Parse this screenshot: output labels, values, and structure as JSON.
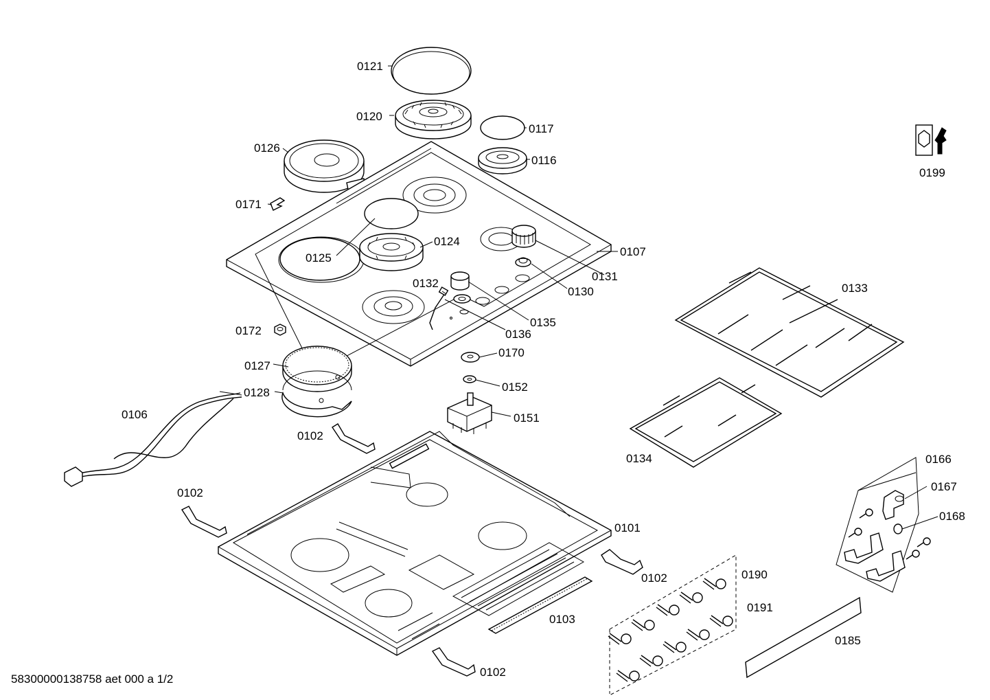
{
  "document_id": "58300000138758 aet 000 a 1/2",
  "tool_icon": "wrench-nut-icon",
  "callouts": {
    "c0101": "0101",
    "c0102a": "0102",
    "c0102b": "0102",
    "c0102c": "0102",
    "c0102d": "0102",
    "c0103": "0103",
    "c0106": "0106",
    "c0107": "0107",
    "c0116": "0116",
    "c0117": "0117",
    "c0120": "0120",
    "c0121": "0121",
    "c0124": "0124",
    "c0125": "0125",
    "c0126": "0126",
    "c0127": "0127",
    "c0128": "0128",
    "c0130": "0130",
    "c0131": "0131",
    "c0132": "0132",
    "c0133": "0133",
    "c0134": "0134",
    "c0135": "0135",
    "c0136": "0136",
    "c0151": "0151",
    "c0152": "0152",
    "c0166": "0166",
    "c0167": "0167",
    "c0168": "0168",
    "c0170": "0170",
    "c0171": "0171",
    "c0172": "0172",
    "c0185": "0185",
    "c0190": "0190",
    "c0191": "0191",
    "c0199": "0199"
  }
}
